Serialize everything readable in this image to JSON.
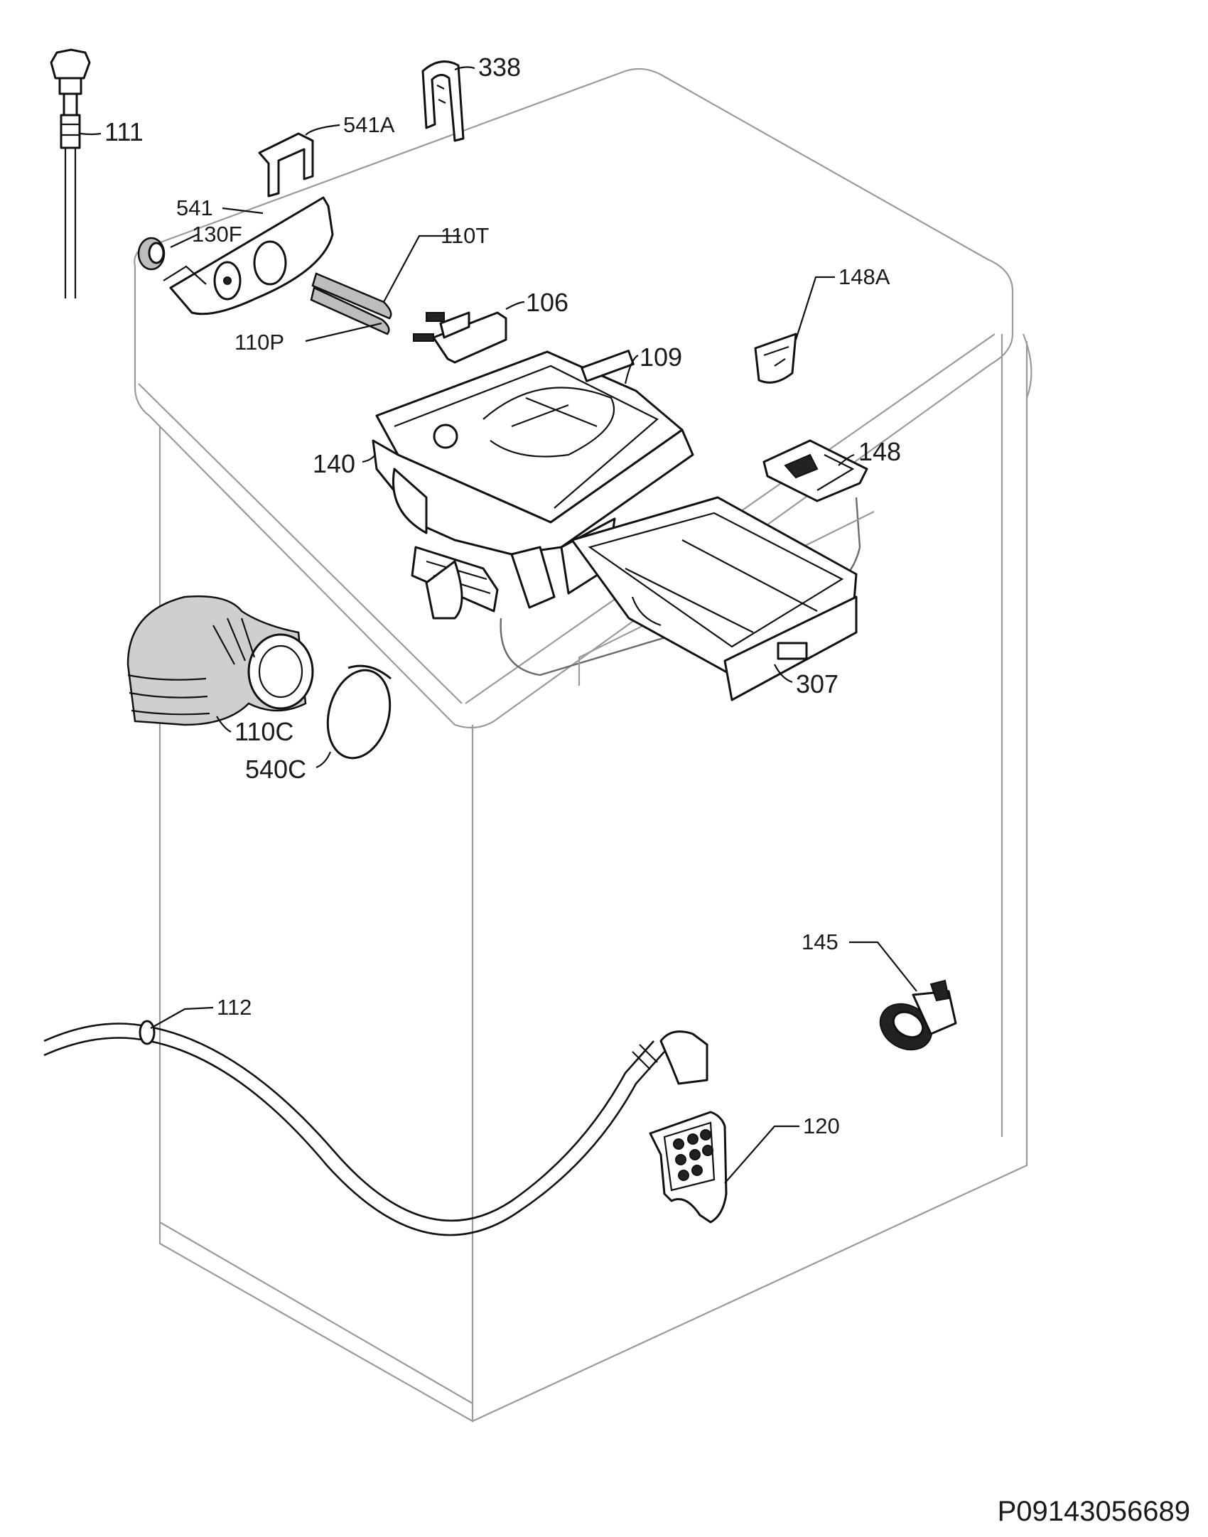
{
  "labels": {
    "p111": "111",
    "p338": "338",
    "p541A": "541A",
    "p541": "541",
    "p130F": "130F",
    "p110T": "110T",
    "p106": "106",
    "p110P": "110P",
    "p148A": "148A",
    "p109": "109",
    "p140": "140",
    "p148": "148",
    "p307": "307",
    "p110C": "110C",
    "p540C": "540C",
    "p145": "145",
    "p112": "112",
    "p120": "120"
  },
  "footer_code": "P09143056689"
}
